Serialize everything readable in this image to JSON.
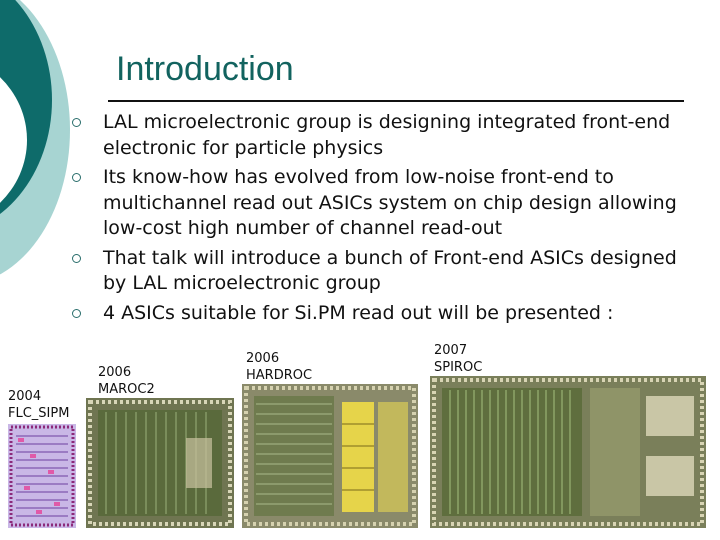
{
  "slide": {
    "title": "Introduction",
    "bullets": [
      "LAL microelectronic group is designing integrated front-end electronic for particle physics",
      "Its know-how has evolved from low-noise front-end to multichannel read out ASICs system on chip design allowing low-cost high number of channel read-out",
      "That talk will introduce a bunch of Front-end ASICs designed by LAL microelectronic group",
      "4 ASICs suitable for Si.PM read out will be presented :"
    ],
    "bullet_icon": "hollow-circle",
    "accent_color": "#0e6b6a",
    "light_accent_color": "#9fd2d0"
  },
  "chips": [
    {
      "year": "2004",
      "name": "FLC_SIPM"
    },
    {
      "year": "2006",
      "name": "MAROC2"
    },
    {
      "year": "2006",
      "name": "HARDROC"
    },
    {
      "year": "2007",
      "name": "SPIROC"
    }
  ]
}
